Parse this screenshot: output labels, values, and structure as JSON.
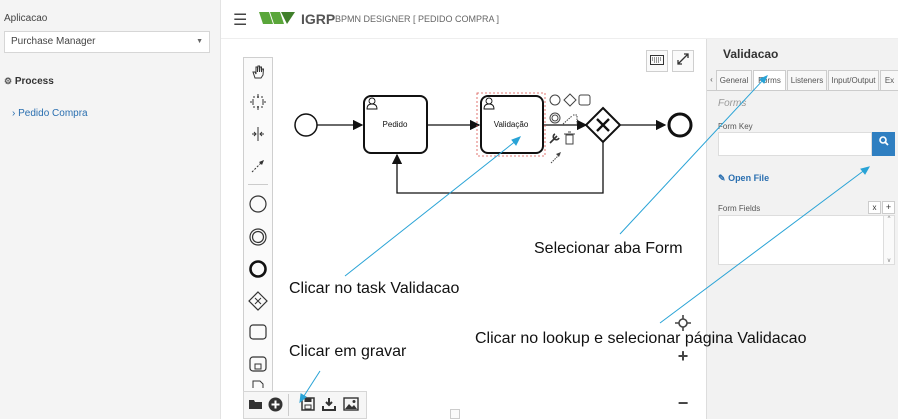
{
  "sidebar": {
    "app_label": "Aplicacao",
    "app_select_value": "Purchase Manager",
    "process_header": "Process",
    "process_items": [
      "Pedido Compra"
    ]
  },
  "topbar": {
    "brand": "IGRP",
    "subtitle": "BPMN DESIGNER [ PEDIDO COMPRA ]"
  },
  "diagram": {
    "task1_label": "Pedido",
    "task2_label": "Validação"
  },
  "panel": {
    "title": "Validacao",
    "tab_scroll_left": "‹",
    "tabs": [
      "General",
      "Forms",
      "Listeners",
      "Input/Output",
      "Ex"
    ],
    "active_tab": "Forms",
    "group_title": "Forms",
    "form_key_label": "Form Key",
    "form_key_value": "",
    "open_file_label": "Open File",
    "form_fields_label": "Form Fields",
    "remove_label": "x",
    "add_label": "+"
  },
  "annotations": {
    "select_tab": "Selecionar aba Form",
    "click_task": "Clicar no task Validacao",
    "click_lookup": "Clicar no lookup e selecionar página Validacao",
    "click_save": "Clicar em gravar"
  },
  "colors": {
    "accent_blue": "#2f7fc1",
    "logo_green": "#5aa63a",
    "annotation_line": "#29a3d6",
    "selection_dash": "#d9534f"
  }
}
